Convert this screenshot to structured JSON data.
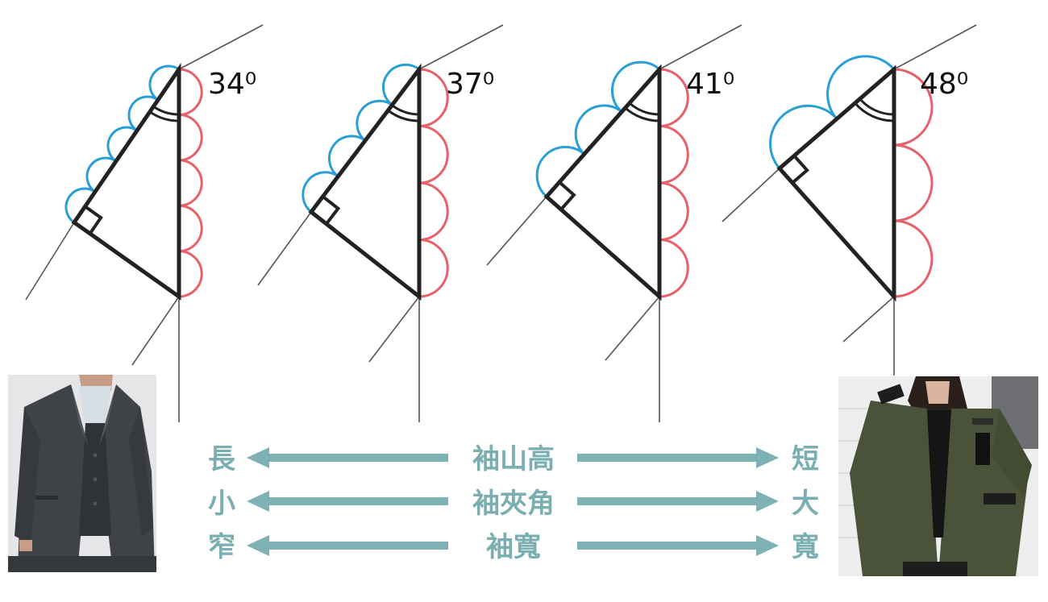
{
  "angles": [
    "34⁰",
    "37⁰",
    "41⁰",
    "48⁰"
  ],
  "comparison": [
    {
      "left": "長",
      "center": "袖山高",
      "right": "短"
    },
    {
      "left": "小",
      "center": "袖夾角",
      "right": "大"
    },
    {
      "left": "窄",
      "center": "袖寬",
      "right": "寬"
    }
  ],
  "photos": {
    "left": "woman in dark gray business suit",
    "right": "woman in olive bomber jacket"
  },
  "colors": {
    "triangle": "#222222",
    "guide_line": "#555555",
    "front_curve": "#2a9fd6",
    "back_curve": "#e8606a",
    "arrow": "#7fb2b5",
    "text": "#7aaeb1"
  }
}
